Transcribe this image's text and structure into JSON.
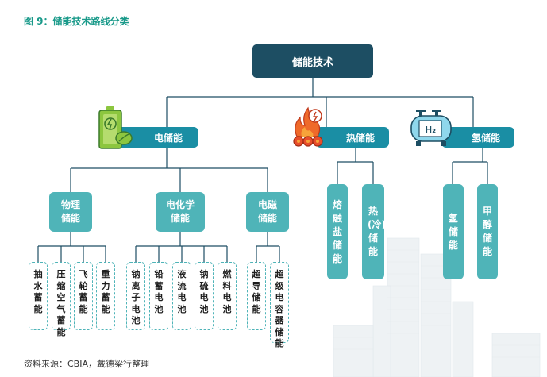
{
  "figure": {
    "title": "图 9：储能技术路线分类",
    "source": "资料来源：CBIA，戴德梁行整理"
  },
  "root": {
    "label": "储能技术"
  },
  "categories": [
    {
      "label": "电储能",
      "icon": "battery-leaf-icon",
      "subgroups": [
        {
          "label": "物理储能",
          "items": [
            "抽水蓄能",
            "压缩空气蓄能",
            "飞轮蓄能",
            "重力蓄能"
          ]
        },
        {
          "label": "电化学储能",
          "items": [
            "钠离子电池",
            "铅蓄电池",
            "液流电池",
            "钠硫电池",
            "燃料电池"
          ]
        },
        {
          "label": "电磁储能",
          "items": [
            "超导储能",
            "超级电容器储能"
          ]
        }
      ]
    },
    {
      "label": "热储能",
      "icon": "fire-logs-icon",
      "items": [
        "熔融盐储能",
        "热(冷)储能"
      ]
    },
    {
      "label": "氢储能",
      "icon": "hydrogen-tank-icon",
      "icon_text": "H₂",
      "items": [
        "氢储能",
        "甲醇储能"
      ]
    }
  ],
  "colors": {
    "title": "#1a9a8a",
    "root": "#1d4e63",
    "level1": "#1a8ea4",
    "level2": "#4fb4b8",
    "line": "#1d4e63"
  }
}
